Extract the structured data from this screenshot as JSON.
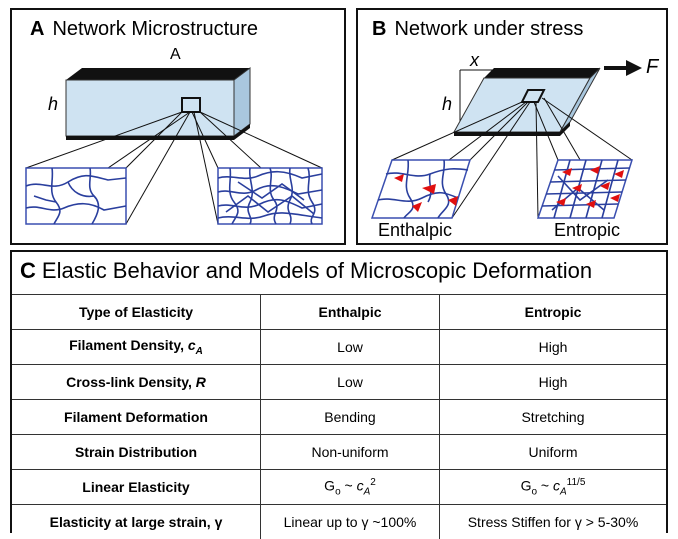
{
  "panel_a": {
    "letter": "A",
    "title": "Network Microstructure",
    "area_label": "A",
    "height_label": "h"
  },
  "panel_b": {
    "letter": "B",
    "title": "Network under stress",
    "shear_label": "x",
    "height_label": "h",
    "force_label": "F",
    "inset_left_label": "Enthalpic",
    "inset_right_label": "Entropic"
  },
  "panel_c": {
    "letter": "C",
    "title": "Elastic Behavior and Models of Microscopic Deformation",
    "header": {
      "label": "Type of Elasticity",
      "col1": "Enthalpic",
      "col2": "Entropic"
    },
    "rows": [
      {
        "label": "Filament Density, ",
        "label_var": "c",
        "label_sub": "A",
        "col1": "Low",
        "col2": "High"
      },
      {
        "label": "Cross-link Density, ",
        "label_var": "R",
        "col1": "Low",
        "col2": "High"
      },
      {
        "label": "Filament Deformation",
        "col1": "Bending",
        "col2": "Stretching"
      },
      {
        "label": "Strain Distribution",
        "col1": "Non-uniform",
        "col2": "Uniform"
      },
      {
        "label": "Linear Elasticity",
        "col1_g": "G",
        "col1_g_sub": "o",
        "col1_sim": " ~ ",
        "col1_var": "c",
        "col1_sub": "A",
        "col1_sup": "2",
        "col2_g": "G",
        "col2_g_sub": "o",
        "col2_sim": " ~ ",
        "col2_var": "c",
        "col2_sub": "A",
        "col2_sup": "11/5"
      },
      {
        "label": "Elasticity at large strain, γ",
        "col1": "Linear up to γ ~100%",
        "col2": "Stress Stiffen for γ > 5-30%"
      }
    ]
  },
  "colors": {
    "block_fill": "#cfe3f2",
    "plate": "#111111",
    "fiber": "#2a3f9e",
    "arrow": "#e01010",
    "inset_border": "#3a4fb0"
  }
}
